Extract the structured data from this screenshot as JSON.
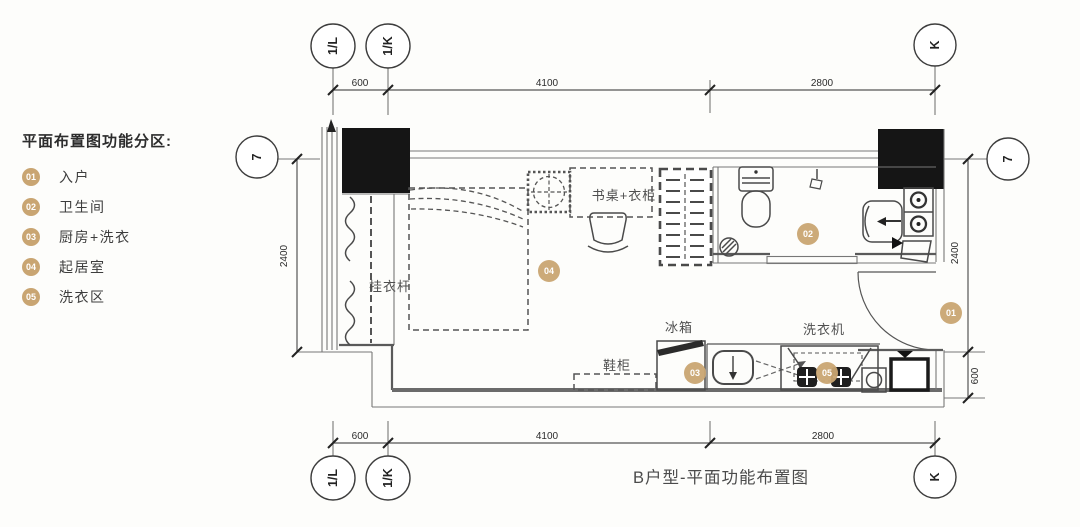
{
  "legend": {
    "title": "平面布置图功能分区:",
    "items": [
      {
        "num": "01",
        "label": "入户"
      },
      {
        "num": "02",
        "label": "卫生间"
      },
      {
        "num": "03",
        "label": "厨房+洗衣"
      },
      {
        "num": "04",
        "label": "起居室"
      },
      {
        "num": "05",
        "label": "洗衣区"
      }
    ]
  },
  "plan": {
    "title": "B户型-平面功能布置图",
    "bubbles": {
      "l1": "1/L",
      "k1": "1/K",
      "k": "K",
      "seven": "7"
    },
    "dims": {
      "d600": "600",
      "d4100": "4100",
      "d2800": "2800",
      "d2400": "2400"
    },
    "badges": {
      "b01": "01",
      "b02": "02",
      "b03": "03",
      "b04": "04",
      "b05": "05"
    },
    "labels": {
      "hanging_rod": "挂衣杆",
      "desk_wardrobe": "书桌+衣柜",
      "fridge": "冰箱",
      "shoe_cabinet": "鞋柜",
      "washing_machine": "洗衣机"
    },
    "colors": {
      "badge": "#c9a572",
      "line": "#4a4a4a",
      "column_fill": "#151515"
    }
  }
}
